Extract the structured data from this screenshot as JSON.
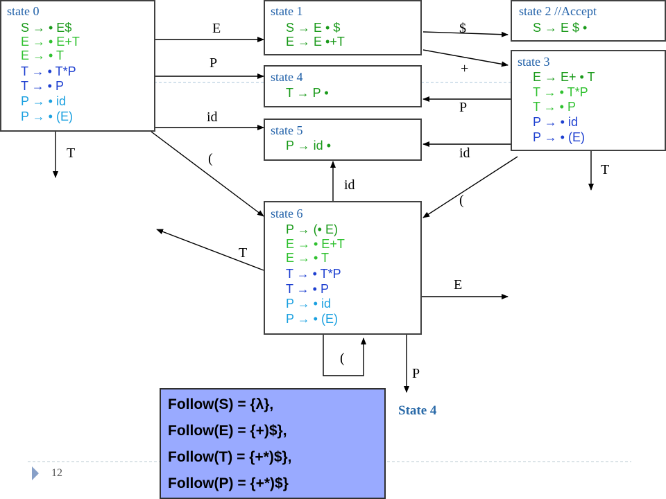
{
  "colors": {
    "S": "#1a9a1a",
    "E": "#2fc12f",
    "T": "#1d3fd0",
    "P": "#1aa0e0",
    "title": "#2060a8",
    "follow_bg": "#99aaff",
    "state4_label": "#2a6aa8"
  },
  "states": [
    {
      "title": "state 0",
      "productions": [
        {
          "text": "S → • E$",
          "kind": "S"
        },
        {
          "text": "E → • E+T",
          "kind": "E"
        },
        {
          "text": "E → • T",
          "kind": "E"
        },
        {
          "text": "T → • T*P",
          "kind": "T"
        },
        {
          "text": "T → • P",
          "kind": "T"
        },
        {
          "text": "P → • id",
          "kind": "P"
        },
        {
          "text": "P → • (E)",
          "kind": "P"
        }
      ]
    },
    {
      "title": "state 1",
      "productions": [
        {
          "text": "S → E • $",
          "kind": "S"
        },
        {
          "text": "E → E •+T",
          "kind": "S"
        }
      ]
    },
    {
      "title": "state 2 //Accept",
      "productions": [
        {
          "text": "S → E $ •",
          "kind": "S"
        }
      ]
    },
    {
      "title": "state 3",
      "productions": [
        {
          "text": "E → E+ • T",
          "kind": "S"
        },
        {
          "text": "T → • T*P",
          "kind": "E"
        },
        {
          "text": "T → • P",
          "kind": "E"
        },
        {
          "text": "P → • id",
          "kind": "T"
        },
        {
          "text": "P → • (E)",
          "kind": "T"
        }
      ]
    },
    {
      "title": "state 4",
      "productions": [
        {
          "text": "T → P •",
          "kind": "S"
        }
      ]
    },
    {
      "title": "state 5",
      "productions": [
        {
          "text": "P → id •",
          "kind": "S"
        }
      ]
    },
    {
      "title": "state 6",
      "productions": [
        {
          "text": "P → (• E)",
          "kind": "S"
        },
        {
          "text": "E → • E+T",
          "kind": "E"
        },
        {
          "text": "E → • T",
          "kind": "E"
        },
        {
          "text": "T → • T*P",
          "kind": "T"
        },
        {
          "text": "T → • P",
          "kind": "T"
        },
        {
          "text": "P → • id",
          "kind": "P"
        },
        {
          "text": "P → • (E)",
          "kind": "P"
        }
      ]
    }
  ],
  "edge_labels": {
    "s0_to_s1": "E",
    "s0_to_s4": "P",
    "s0_to_s5": "id",
    "s0_to_s6": "(",
    "s0_T": "T",
    "s1_to_s2": "$",
    "s1_to_s3": "+",
    "s3_to_s4": "P",
    "s3_to_s5": "id",
    "s3_to_s6": "(",
    "s3_T": "T",
    "s6_to_s5": "id",
    "s6_T": "T",
    "s6_E": "E",
    "s6_self": "(",
    "s6_P": "P"
  },
  "state4_target_label": "State 4",
  "follow_sets": [
    "Follow(S) = {λ},",
    "Follow(E) = {+)$},",
    "Follow(T) = {+*)$},",
    "Follow(P) = {+*)$}"
  ],
  "page_number": "12"
}
